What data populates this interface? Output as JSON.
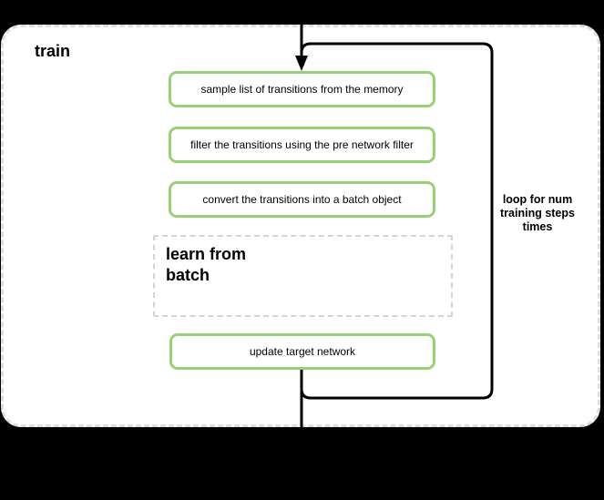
{
  "diagram": {
    "title": "train",
    "steps": [
      {
        "label": "sample list of transitions from the memory"
      },
      {
        "label": "filter the transitions using the pre network filter"
      },
      {
        "label": "convert the transitions into a batch object"
      },
      {
        "label": "update target network"
      }
    ],
    "subprocess": {
      "label": "learn from\nbatch"
    },
    "loop_label": "loop for num\ntraining steps\ntimes"
  },
  "colors": {
    "background": "#000000",
    "container_fill": "#ffffff",
    "container_border": "#dedede",
    "step_border": "#97d077",
    "subprocess_border": "#d4d4d4",
    "connector": "#000000",
    "text": "#000000"
  }
}
